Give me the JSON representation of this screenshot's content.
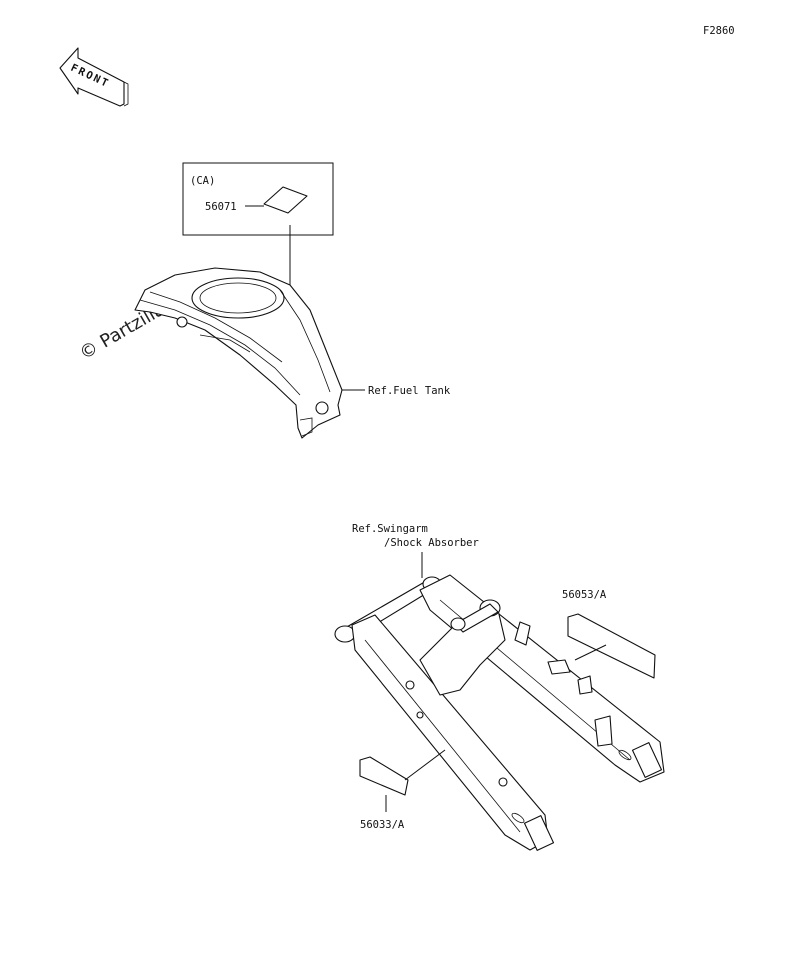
{
  "figure_code": "F2860",
  "front_arrow": {
    "text": "FRONT",
    "icon": "front-arrow-icon"
  },
  "watermark": "© Partzilla.com",
  "callout_box": {
    "region": "(CA)",
    "part": "56071"
  },
  "refs": {
    "fuel_tank": "Ref.Fuel Tank",
    "swingarm_line1": "Ref.Swingarm",
    "swingarm_line2": "/Shock Absorber"
  },
  "parts": {
    "label_a": "56053/A",
    "label_b": "56033/A"
  }
}
